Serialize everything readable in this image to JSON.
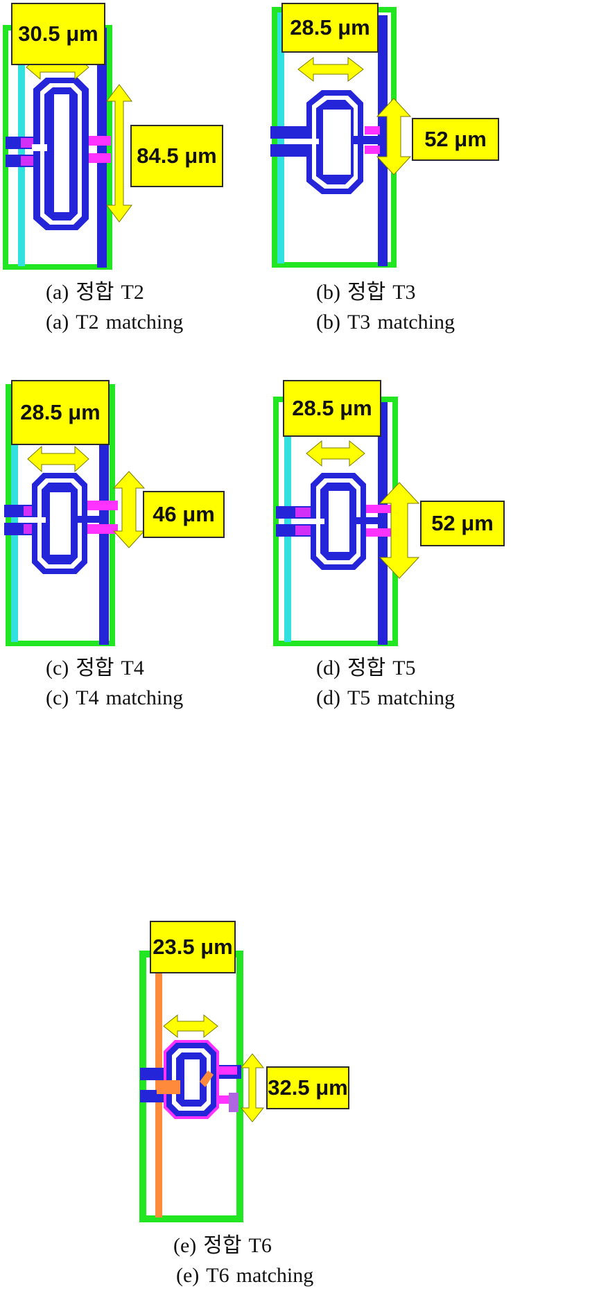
{
  "colors": {
    "metal_top": "#2424d8",
    "metal_top_dark": "#1a1ab0",
    "via": "#ff33ff",
    "via_pad": "#b066e0",
    "ground_green": "#22e622",
    "cyan_line": "#33e0e0",
    "arrow_yellow": "#ffff00",
    "underpass_orange": "#ff8a3c",
    "label_bg": "#ffff00"
  },
  "panels": [
    {
      "id": "a",
      "width_label": "30.5 μm",
      "height_label": "84.5 μm",
      "caption_ko": {
        "prefix": "(a)",
        "word": "정합",
        "name": "T2"
      },
      "caption_en": {
        "prefix": "(a)",
        "name": "T2",
        "word": "matching"
      }
    },
    {
      "id": "b",
      "width_label": "28.5 μm",
      "height_label": "52 μm",
      "caption_ko": {
        "prefix": "(b)",
        "word": "정합",
        "name": "T3"
      },
      "caption_en": {
        "prefix": "(b)",
        "name": "T3",
        "word": "matching"
      }
    },
    {
      "id": "c",
      "width_label": "28.5 μm",
      "height_label": "46 μm",
      "caption_ko": {
        "prefix": "(c)",
        "word": "정합",
        "name": "T4"
      },
      "caption_en": {
        "prefix": "(c)",
        "name": "T4",
        "word": "matching"
      }
    },
    {
      "id": "d",
      "width_label": "28.5 μm",
      "height_label": "52 μm",
      "caption_ko": {
        "prefix": "(d)",
        "word": "정합",
        "name": "T5"
      },
      "caption_en": {
        "prefix": "(d)",
        "name": "T5",
        "word": "matching"
      }
    },
    {
      "id": "e",
      "width_label": "23.5 μm",
      "height_label": "32.5 μm",
      "caption_ko": {
        "prefix": "(e)",
        "word": "정합",
        "name": "T6"
      },
      "caption_en": {
        "prefix": "(e)",
        "name": "T6",
        "word": "matching"
      }
    }
  ]
}
